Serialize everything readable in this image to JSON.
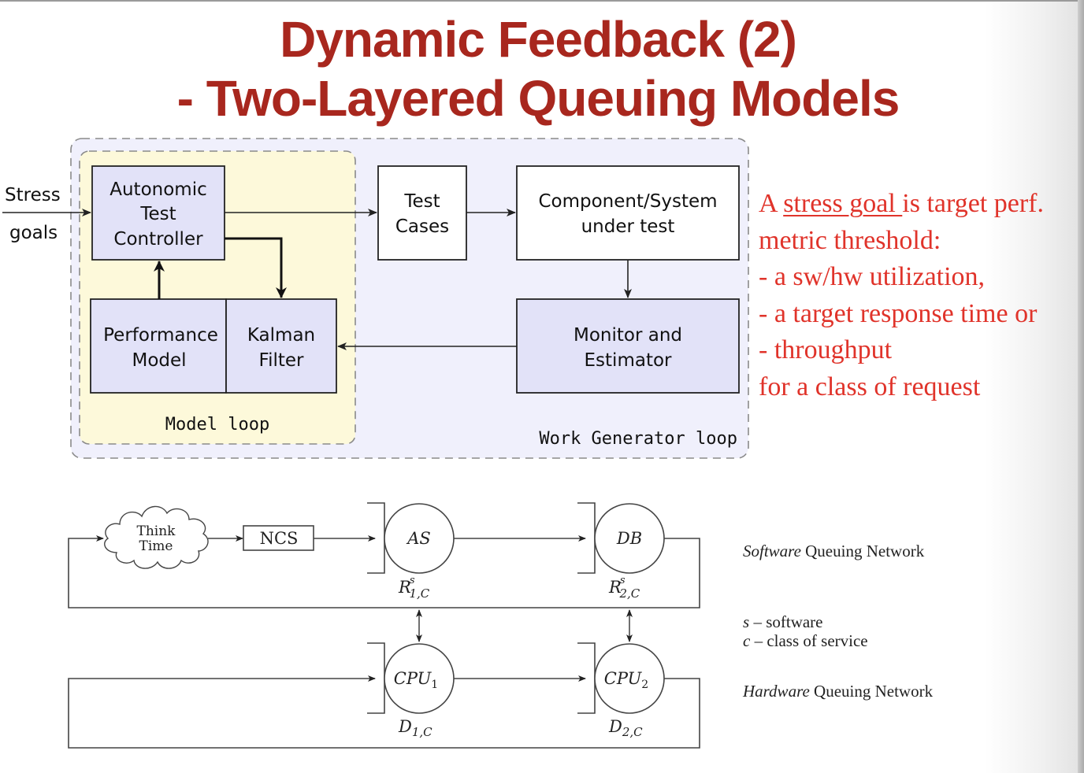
{
  "slide": {
    "title_line1": "Dynamic Feedback (2)",
    "title_line2": "- Two-Layered Queuing Models"
  },
  "top_diagram": {
    "input_label_line1": "Stress",
    "input_label_line2": "goals",
    "blocks": {
      "controller": [
        "Autonomic",
        "Test",
        "Controller"
      ],
      "test_cases": [
        "Test",
        "Cases"
      ],
      "sut": [
        "Component/System",
        "under test"
      ],
      "performance_model": [
        "Performance",
        "Model"
      ],
      "kalman_filter": [
        "Kalman",
        "Filter"
      ],
      "monitor": [
        "Monitor and",
        "Estimator"
      ]
    },
    "model_loop_label": "Model loop",
    "work_loop_label": "Work Generator loop",
    "colors": {
      "outer_loop_fill": "#f0f0fc",
      "model_loop_fill": "#fdf9da",
      "shaded_block_fill": "#e2e2f8",
      "border": "#8a8a8a"
    }
  },
  "note": {
    "line1_prefix": "A ",
    "line1_underlined": "stress goal ",
    "line1_suffix": "is target perf.",
    "line2": "metric threshold:",
    "line3": "- a sw/hw utilization,",
    "line4": "- a target response time or",
    "line5": "- throughput",
    "line6": "for a class of request",
    "color": "#e0332a"
  },
  "queuing_diagram": {
    "think_time_line1": "Think",
    "think_time_line2": "Time",
    "ncs_label": "NCS",
    "software_nodes": [
      {
        "name": "AS",
        "metric_base": "R",
        "metric_sup": "s",
        "metric_sub": "1,C"
      },
      {
        "name": "DB",
        "metric_base": "R",
        "metric_sup": "s",
        "metric_sub": "2,C"
      }
    ],
    "hardware_nodes": [
      {
        "name_base": "CPU",
        "name_sub": "1",
        "metric_base": "D",
        "metric_sub": "1,C"
      },
      {
        "name_base": "CPU",
        "name_sub": "2",
        "metric_base": "D",
        "metric_sub": "2,C"
      }
    ],
    "legend": {
      "software_italic": "Software",
      "software_rest": " Queuing Network",
      "s_symbol": "s",
      "s_desc": " – software",
      "c_symbol": "c",
      "c_desc": " – class of service",
      "hardware_italic": "Hardware",
      "hardware_rest": " Queuing Network"
    }
  }
}
